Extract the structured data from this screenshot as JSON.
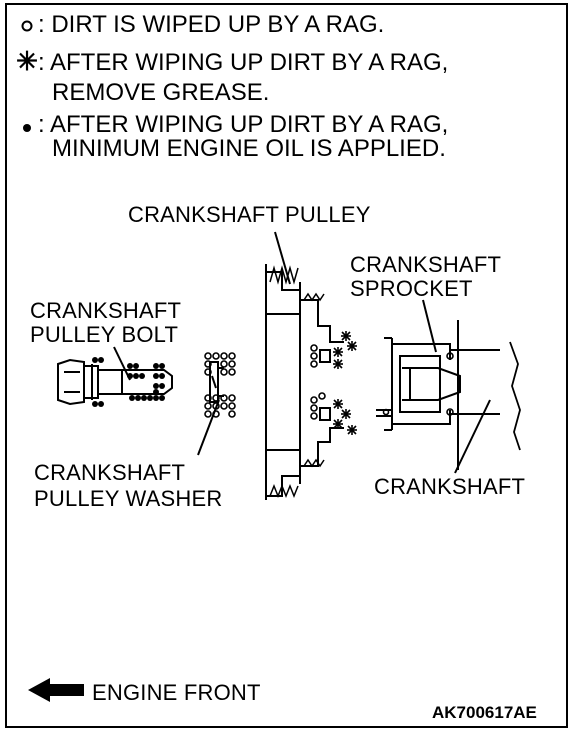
{
  "legend": [
    {
      "symbol": "o",
      "symbol_icon": "open-circle-icon",
      "lines": [
        ": DIRT IS WIPED UP BY A RAG."
      ]
    },
    {
      "symbol": "*",
      "symbol_icon": "asterisk-icon",
      "lines": [
        ": AFTER WIPING UP DIRT BY A RAG,",
        "REMOVE GREASE."
      ]
    },
    {
      "symbol": "•",
      "symbol_icon": "dot-icon",
      "lines": [
        ": AFTER WIPING UP DIRT BY A RAG,",
        "MINIMUM ENGINE OIL IS APPLIED."
      ]
    }
  ],
  "labels": {
    "crankshaft_pulley": "CRANKSHAFT PULLEY",
    "crankshaft_sprocket": [
      "CRANKSHAFT",
      "SPROCKET"
    ],
    "crankshaft_pulley_bolt": [
      "CRANKSHAFT",
      "PULLEY BOLT"
    ],
    "crankshaft_pulley_washer": [
      "CRANKSHAFT",
      "PULLEY WASHER"
    ],
    "crankshaft": "CRANKSHAFT"
  },
  "footer": {
    "engine_front": "ENGINE FRONT",
    "figure_code": "AK700617AE"
  }
}
